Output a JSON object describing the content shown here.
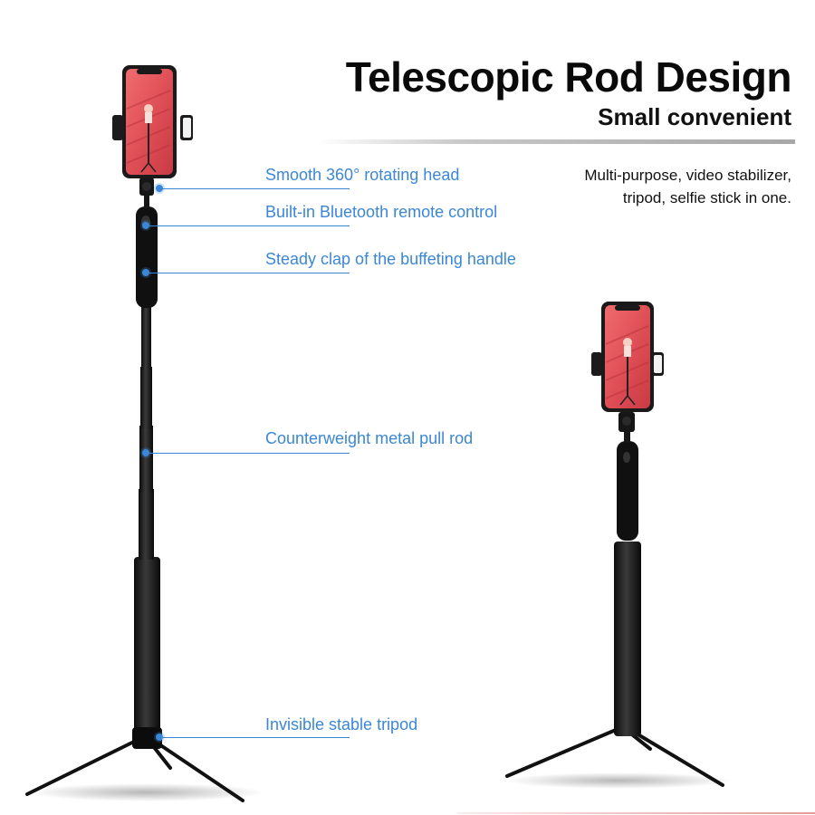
{
  "header": {
    "title": "Telescopic Rod Design",
    "subtitle": "Small convenient"
  },
  "description": {
    "line1": "Multi-purpose, video stabilizer,",
    "line2": "tripod, selfie stick in one."
  },
  "callouts": [
    {
      "label": "Smooth 360° rotating head"
    },
    {
      "label": "Built-in Bluetooth remote control"
    },
    {
      "label": "Steady clap of the buffeting handle"
    },
    {
      "label": "Counterweight metal pull rod"
    },
    {
      "label": "Invisible stable tripod"
    }
  ],
  "colors": {
    "callout_blue": "#3b87d6",
    "phone_screen": "#e2565c",
    "rod_black": "#141414"
  }
}
